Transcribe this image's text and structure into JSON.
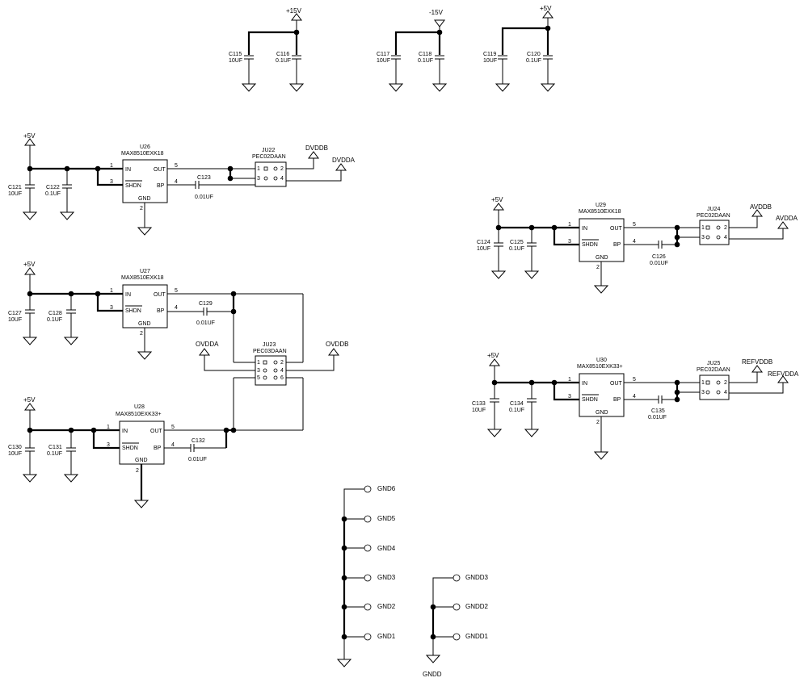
{
  "top_caps": {
    "p15v": {
      "rail": "+15V",
      "c1_ref": "C115",
      "c1_val": "10UF",
      "c2_ref": "C116",
      "c2_val": "0.1UF"
    },
    "n15v": {
      "rail": "-15V",
      "c1_ref": "C117",
      "c1_val": "10UF",
      "c2_ref": "C118",
      "c2_val": "0.1UF"
    },
    "p5v": {
      "rail": "+5V",
      "c1_ref": "C119",
      "c1_val": "10UF",
      "c2_ref": "C120",
      "c2_val": "0.1UF"
    }
  },
  "reg_u26": {
    "rail": "+5V",
    "ref": "U26",
    "part": "MAX8510EXK18",
    "cin_ref": "C121",
    "cin_val": "10UF",
    "cin2_ref": "C122",
    "cin2_val": "0.1UF",
    "cbp_ref": "C123",
    "cbp_val": "0.01UF",
    "pin_in": "IN",
    "pin_shdn": "SHDN",
    "pin_out": "OUT",
    "pin_bp": "BP",
    "pin_gnd": "GND",
    "n_in": "1",
    "n_shdn": "3",
    "n_out": "5",
    "n_bp": "4",
    "n_gnd": "2",
    "jumper_ref": "JU22",
    "jumper_part": "PEC02DAAN",
    "jp": [
      "1",
      "2",
      "3",
      "4"
    ],
    "out1": "DVDDB",
    "out2": "DVDDA"
  },
  "reg_u27": {
    "rail": "+5V",
    "ref": "U27",
    "part": "MAX8510EXK18",
    "cin_ref": "C127",
    "cin_val": "10UF",
    "cin2_ref": "C128",
    "cin2_val": "0.1UF",
    "cbp_ref": "C129",
    "cbp_val": "0.01UF",
    "pin_in": "IN",
    "pin_shdn": "SHDN",
    "pin_out": "OUT",
    "pin_bp": "BP",
    "pin_gnd": "GND",
    "n_in": "1",
    "n_shdn": "3",
    "n_out": "5",
    "n_bp": "4",
    "n_gnd": "2"
  },
  "jumper_ju23": {
    "ref": "JU23",
    "part": "PEC03DAAN",
    "jp": [
      "1",
      "2",
      "3",
      "4",
      "5",
      "6"
    ],
    "out1": "OVDDA",
    "out2": "OVDDB"
  },
  "reg_u28": {
    "rail": "+5V",
    "ref": "U28",
    "part": "MAX8510EXK33+",
    "cin_ref": "C130",
    "cin_val": "10UF",
    "cin2_ref": "C131",
    "cin2_val": "0.1UF",
    "cbp_ref": "C132",
    "cbp_val": "0.01UF",
    "pin_in": "IN",
    "pin_shdn": "SHDN",
    "pin_out": "OUT",
    "pin_bp": "BP",
    "pin_gnd": "GND",
    "n_in": "1",
    "n_shdn": "3",
    "n_out": "5",
    "n_bp": "4",
    "n_gnd": "2"
  },
  "reg_u29": {
    "rail": "+5V",
    "ref": "U29",
    "part": "MAX8510EXK18",
    "cin_ref": "C124",
    "cin_val": "10UF",
    "cin2_ref": "C125",
    "cin2_val": "0.1UF",
    "cbp_ref": "C126",
    "cbp_val": "0.01UF",
    "pin_in": "IN",
    "pin_shdn": "SHDN",
    "pin_out": "OUT",
    "pin_bp": "BP",
    "pin_gnd": "GND",
    "n_in": "1",
    "n_shdn": "3",
    "n_out": "5",
    "n_bp": "4",
    "n_gnd": "2",
    "jumper_ref": "JU24",
    "jumper_part": "PEC02DAAN",
    "jp": [
      "1",
      "2",
      "3",
      "4"
    ],
    "out1": "AVDDB",
    "out2": "AVDDA"
  },
  "reg_u30": {
    "rail": "+5V",
    "ref": "U30",
    "part": "MAX8510EXK33+",
    "cin_ref": "C133",
    "cin_val": "10UF",
    "cin2_ref": "C134",
    "cin2_val": "0.1UF",
    "cbp_ref": "C135",
    "cbp_val": "0.01UF",
    "pin_in": "IN",
    "pin_shdn": "SHDN",
    "pin_out": "OUT",
    "pin_bp": "BP",
    "pin_gnd": "GND",
    "n_in": "1",
    "n_shdn": "3",
    "n_out": "5",
    "n_bp": "4",
    "n_gnd": "2",
    "jumper_ref": "JU25",
    "jumper_part": "PEC02DAAN",
    "jp": [
      "1",
      "2",
      "3",
      "4"
    ],
    "out1": "REFVDDB",
    "out2": "REFVDDA"
  },
  "gnd_nets": [
    "GND6",
    "GND5",
    "GND4",
    "GND3",
    "GND2",
    "GND1"
  ],
  "gndd_nets": [
    "GNDD3",
    "GNDD2",
    "GNDD1"
  ],
  "gndd_label": "GNDD"
}
